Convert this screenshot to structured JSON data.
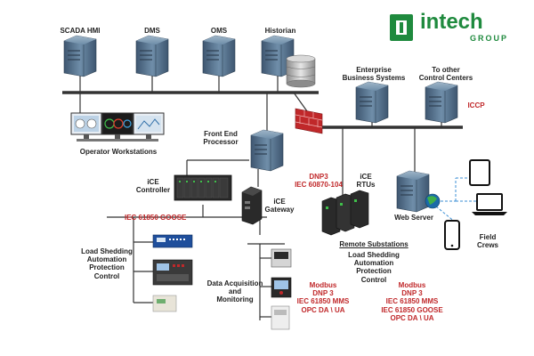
{
  "logo": {
    "word": "intech",
    "sub": "GROUP",
    "color": "#1f8a3e"
  },
  "servers": {
    "scada": "SCADA HMI",
    "dms": "DMS",
    "oms": "OMS",
    "historian": "Historian",
    "enterprise": "Enterprise\nBusiness Systems",
    "other_cc": "To other\nControl Centers"
  },
  "labels": {
    "iccp": "ICCP",
    "operator_ws": "Operator Workstations",
    "fep": "Front End\nProcessor",
    "dnp3_iec104": "DNP3\nIEC 60870-104",
    "ice_controller": "iCE\nController",
    "ice_gateway": "iCE\nGateway",
    "ice_rtus": "iCE\nRTUs",
    "web_server": "Web Server",
    "field_crews": "Field\nCrews",
    "iec61850_goose": "IEC 61850 GOOSE",
    "load_shed_left": "Load Shedding\nAutomation\nProtection\nControl",
    "remote_substations": "Remote Substations",
    "load_shed_right": "Load Shedding\nAutomation\nProtection\nControl",
    "daq": "Data Acquisition\nand\nMonitoring",
    "protocols_mid": "Modbus\nDNP 3\nIEC 61850 MMS\nOPC DA \\ UA",
    "protocols_right": "Modbus\nDNP 3\nIEC 61850 MMS\nIEC 61850 GOOSE\nOPC DA \\ UA"
  },
  "colors": {
    "accent_red": "#c0282a",
    "server_blue": "#5c7a96",
    "line": "#333333",
    "field_line": "#3b8fd6"
  }
}
